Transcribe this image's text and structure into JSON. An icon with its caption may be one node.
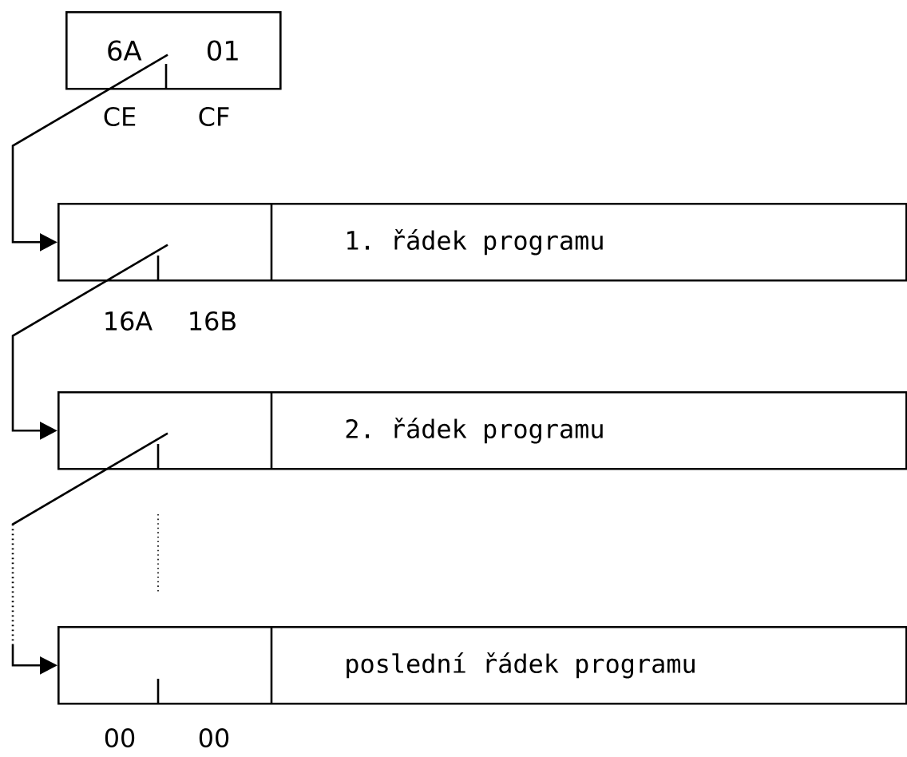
{
  "diagram": {
    "nodes": [
      {
        "text": [
          "6A",
          "01"
        ],
        "beside": [
          "CE",
          "CF"
        ]
      },
      {
        "text": [
          "1. řádek programu"
        ],
        "beside": [
          "16A",
          "16B"
        ]
      },
      {
        "text": [
          "2. řádek programu"
        ]
      },
      {
        "text": [
          "poslední řádek programu"
        ],
        "beside": [
          "00",
          "00"
        ]
      }
    ],
    "edges": [
      {
        "from": 0,
        "to": 1,
        "arrow": "to"
      },
      {
        "from": 1,
        "to": 2,
        "arrow": "to"
      },
      {
        "from": 2,
        "to": 3,
        "arrow": "to",
        "style": "dashed"
      }
    ]
  }
}
